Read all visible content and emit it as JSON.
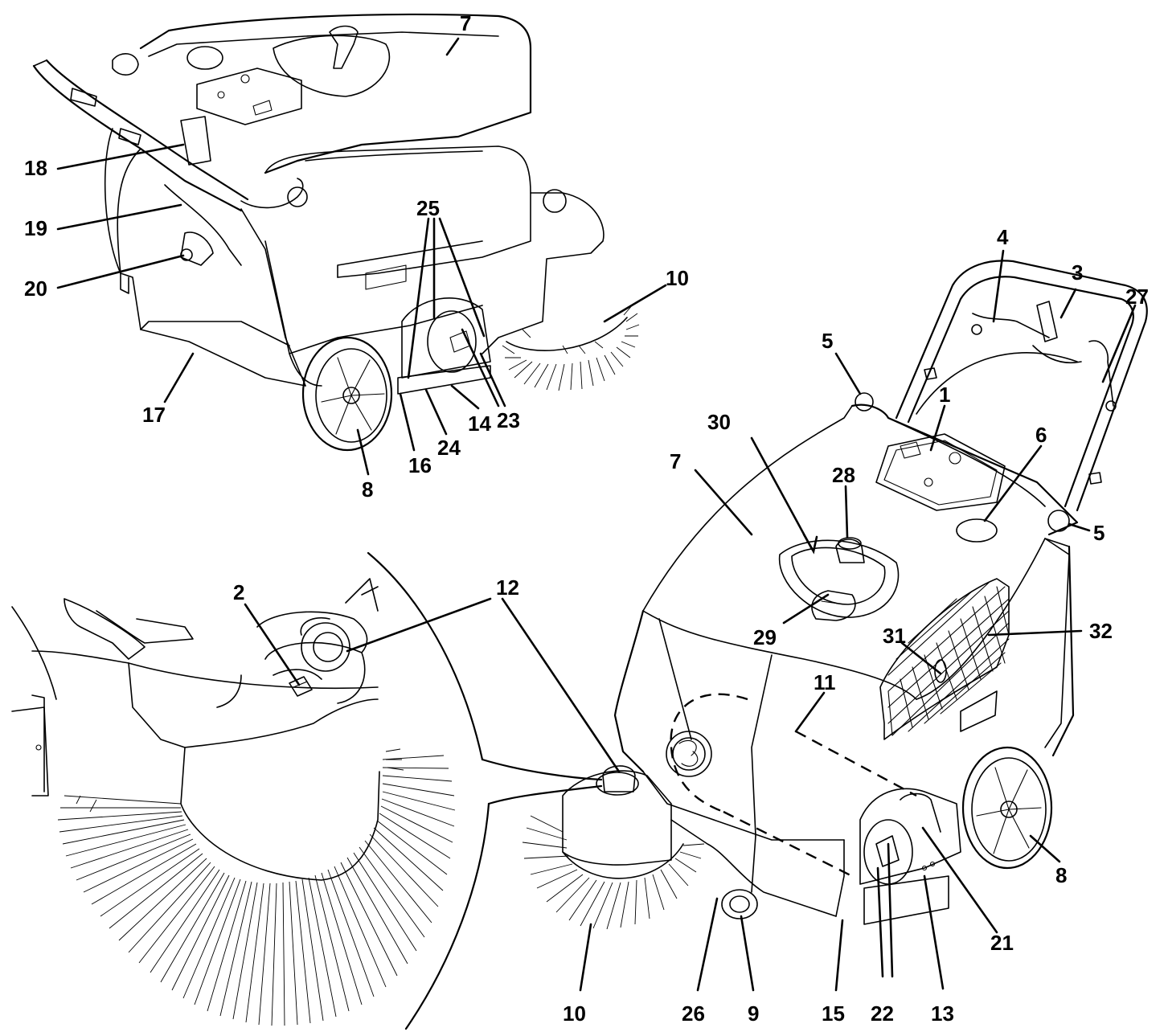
{
  "callouts": {
    "c1": "1",
    "c2": "2",
    "c3": "3",
    "c4": "4",
    "c5a": "5",
    "c5b": "5",
    "c6": "6",
    "c7a": "7",
    "c7b": "7",
    "c8a": "8",
    "c8b": "8",
    "c9": "9",
    "c10a": "10",
    "c10b": "10",
    "c11": "11",
    "c12": "12",
    "c13": "13",
    "c14": "14",
    "c15": "15",
    "c16": "16",
    "c17": "17",
    "c18": "18",
    "c19": "19",
    "c20": "20",
    "c21": "21",
    "c22": "22",
    "c23": "23",
    "c24": "24",
    "c25": "25",
    "c26": "26",
    "c27": "27",
    "c28": "28",
    "c29": "29",
    "c30": "30",
    "c31": "31",
    "c32": "32"
  }
}
